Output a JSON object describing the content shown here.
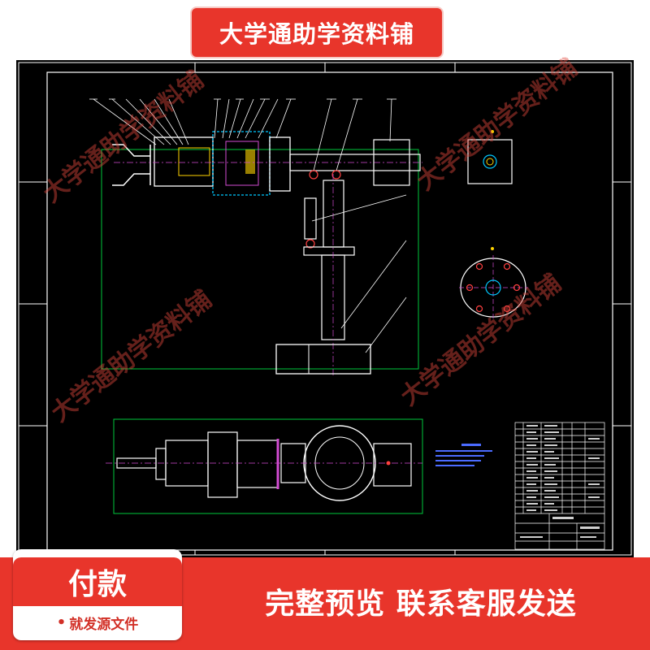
{
  "banner": {
    "title": "大学通助学资料铺"
  },
  "watermark": {
    "text": "大学通助学资料铺"
  },
  "pay_card": {
    "title": "付款",
    "subtitle": "就发源文件",
    "bullet": "•"
  },
  "notice": {
    "text": "完整预览  联系客服发送"
  },
  "colors": {
    "brand_red": "#e8352b",
    "drawing_bg": "#000000",
    "line_white": "#ffffff",
    "line_cyan": "#00c8ff",
    "line_green": "#00c83c",
    "line_yellow": "#ffd400",
    "line_magenta": "#d24bd2",
    "line_blue": "#4b6bff"
  }
}
